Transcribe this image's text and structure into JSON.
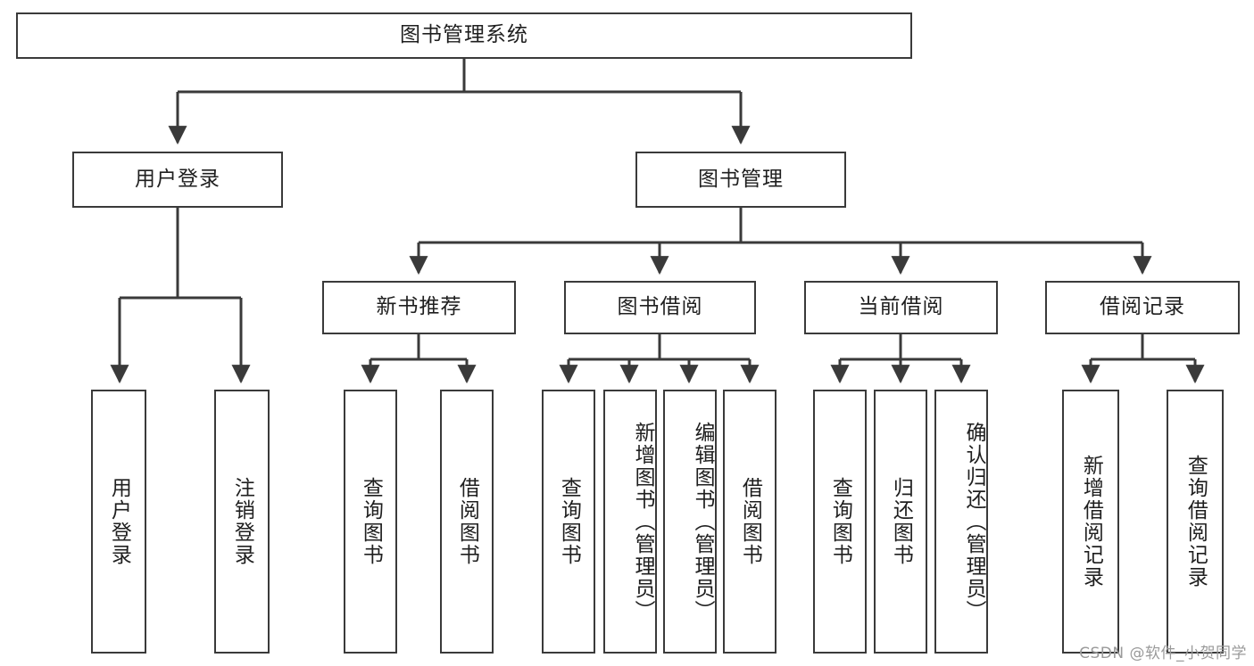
{
  "diagram": {
    "title": "图书管理系统",
    "type": "functional-structure-tree",
    "root": {
      "label": "图书管理系统"
    },
    "level2": [
      {
        "label": "用户登录"
      },
      {
        "label": "图书管理"
      }
    ],
    "level3": [
      {
        "label": "新书推荐",
        "parent": "图书管理"
      },
      {
        "label": "图书借阅",
        "parent": "图书管理"
      },
      {
        "label": "当前借阅",
        "parent": "图书管理"
      },
      {
        "label": "借阅记录",
        "parent": "图书管理"
      }
    ],
    "leaves": {
      "用户登录": [
        {
          "label": "用户登录"
        },
        {
          "label": "注销登录"
        }
      ],
      "新书推荐": [
        {
          "label": "查询图书"
        },
        {
          "label": "借阅图书"
        }
      ],
      "图书借阅": [
        {
          "label": "查询图书"
        },
        {
          "label": "新增图书（管理员）"
        },
        {
          "label": "编辑图书（管理员）"
        },
        {
          "label": "借阅图书"
        }
      ],
      "当前借阅": [
        {
          "label": "查询图书"
        },
        {
          "label": "归还图书"
        },
        {
          "label": "确认归还（管理员）"
        }
      ],
      "借阅记录": [
        {
          "label": "新增借阅记录"
        },
        {
          "label": "查询借阅记录"
        }
      ]
    }
  },
  "watermark": {
    "text": "CSDN @软件_小贺同学"
  },
  "colors": {
    "box_border": "#3a3a3a",
    "box_fill": "#ffffff",
    "wire": "#3a3a3a",
    "text": "#1f1f1f",
    "watermark": "#9a9a9a"
  }
}
